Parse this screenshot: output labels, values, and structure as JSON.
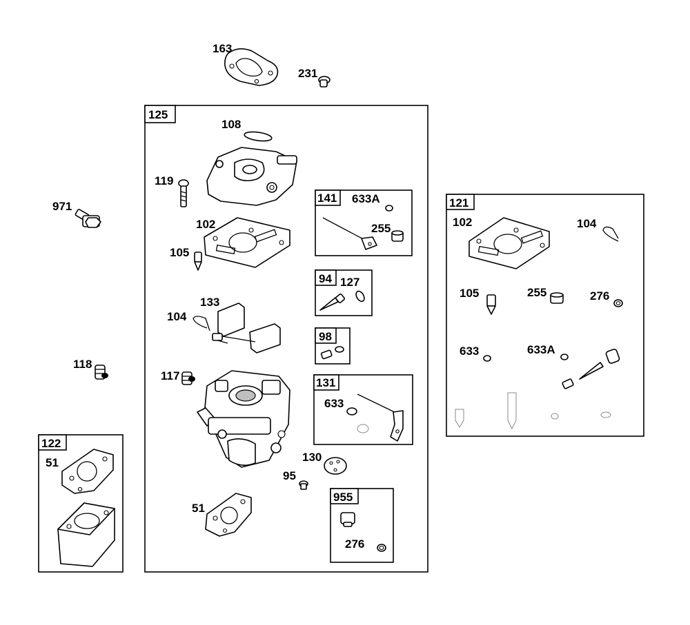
{
  "diagram": {
    "standalone_labels": {
      "p163": "163",
      "p231": "231",
      "p971": "971",
      "p118": "118"
    },
    "kit_125": {
      "title": "125",
      "labels": {
        "p108": "108",
        "p119": "119",
        "p102": "102",
        "p105": "105",
        "p133": "133",
        "p104": "104",
        "p117": "117",
        "p130": "130",
        "p95": "95",
        "p51": "51"
      }
    },
    "kit_141": {
      "title": "141",
      "labels": {
        "p633A": "633A",
        "p255": "255"
      }
    },
    "kit_94": {
      "title": "94",
      "labels": {
        "p127": "127"
      }
    },
    "kit_98": {
      "title": "98"
    },
    "kit_131": {
      "title": "131",
      "labels": {
        "p633": "633"
      }
    },
    "kit_955": {
      "title": "955",
      "labels": {
        "p276": "276"
      }
    },
    "kit_121": {
      "title": "121",
      "labels": {
        "p102": "102",
        "p104": "104",
        "p105": "105",
        "p255": "255",
        "p276": "276",
        "p633": "633",
        "p633A": "633A"
      }
    },
    "kit_122": {
      "title": "122",
      "labels": {
        "p51": "51"
      }
    }
  }
}
